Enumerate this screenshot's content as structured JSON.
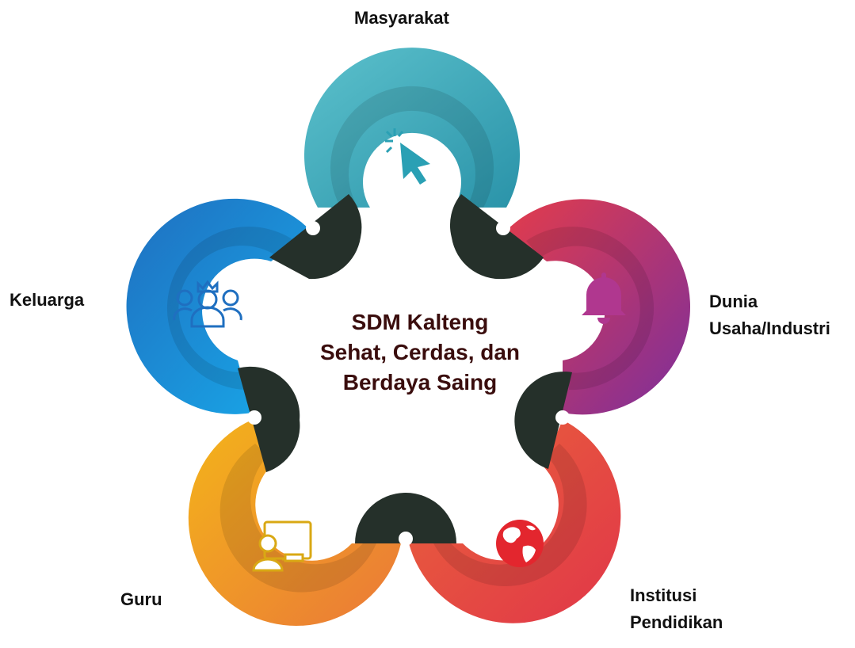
{
  "center": {
    "line1": "SDM Kalteng",
    "line2": "Sehat, Cerdas, dan",
    "line3": "Berdaya Saing"
  },
  "petals": [
    {
      "label": "Masyarakat",
      "icon": "cursor-click-icon",
      "color_start": "#54b8c6",
      "color_end": "#2a8ea6"
    },
    {
      "label_line1": "Dunia",
      "label_line2": "Usaha/Industri",
      "icon": "bell-icon",
      "color_start": "#e0384a",
      "color_end": "#7e2f9a"
    },
    {
      "label_line1": "Institusi",
      "label_line2": "Pendidikan",
      "icon": "globe-icon",
      "color_start": "#e45a3c",
      "color_end": "#e03848"
    },
    {
      "label": "Guru",
      "icon": "presenter-board-icon",
      "color_start": "#f2b018",
      "color_end": "#e9803a"
    },
    {
      "label": "Keluarga",
      "icon": "group-people-icon",
      "color_start": "#1e7fc8",
      "color_end": "#15a4e2"
    }
  ],
  "colors": {
    "joint": "#25302a",
    "center_text": "#3a0d0d"
  }
}
